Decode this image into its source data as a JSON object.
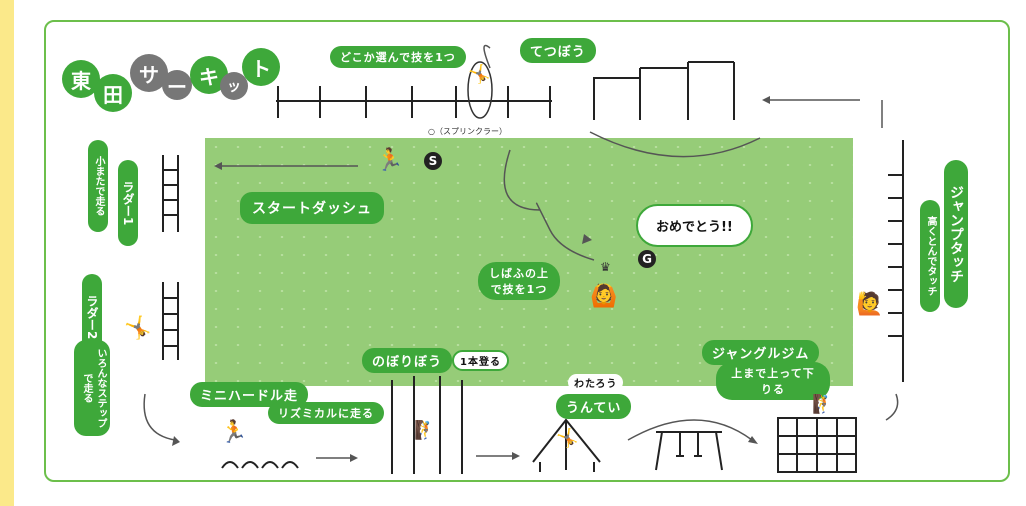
{
  "title": {
    "chars": [
      "東",
      "田",
      "サ",
      "ー",
      "キ",
      "ッ",
      "ト"
    ]
  },
  "labels": {
    "pick_one": "どこか選んで技を1つ",
    "tetsubo": "てつぼう",
    "sprinkler": "○（スプリンクラー）",
    "start_dash": "スタートダッシュ",
    "omedeto": "おめでとう!!",
    "shibafu": "しばふの上で技を1つ",
    "nobori": "のぼりぼう",
    "nobori_sub": "1本登る",
    "mini_hurdle": "ミニハードル走",
    "rhythm": "リズミカルに走る",
    "wataro": "わたろう",
    "untei": "うんてい",
    "jungle": "ジャングルジム",
    "jungle_sub": "上まで上って下りる",
    "jump_touch": "ジャンプタッチ",
    "jump_sub": "高くとんでタッチ",
    "ladder1": "ラダー1",
    "ladder1_sub": "小またで走る",
    "ladder2": "ラダー2",
    "ladder2_sub": "いろんなステップで走る"
  },
  "markers": {
    "start": "S",
    "goal": "G"
  },
  "colors": {
    "accent": "#3ea83a",
    "field": "#96cc78",
    "sidebar": "#fbe98a"
  }
}
